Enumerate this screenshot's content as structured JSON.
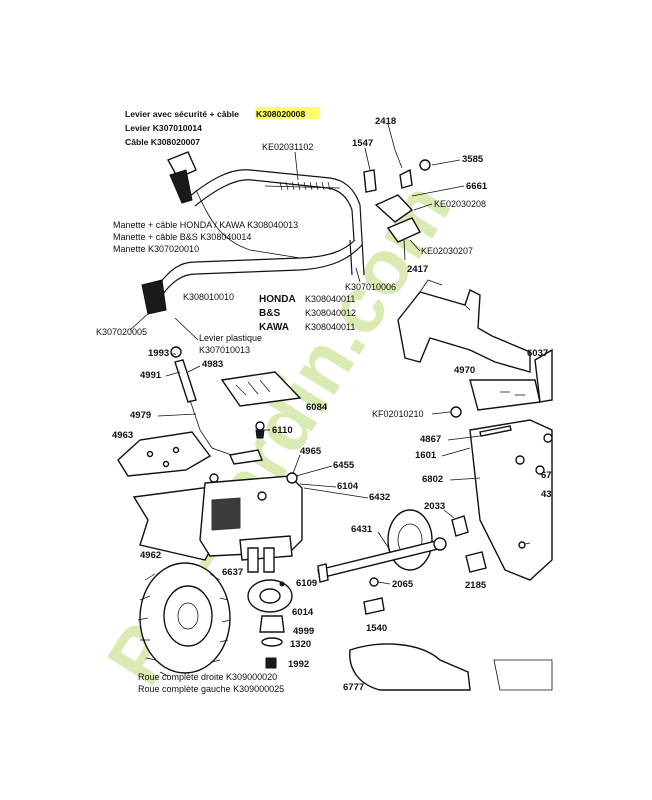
{
  "header": {
    "lever_safety_cable_text": "Levier avec sécurité + câble",
    "lever_safety_cable_ref": "K308020008",
    "lever_ref": "Levier K307010014",
    "cable_ref": "Câble K308020007"
  },
  "throttle": {
    "honda_kawa": "Manette + câble HONDA / KAWA K308040013",
    "bs": "Manette + câble B&S K308040014",
    "manette": "Manette K307020010"
  },
  "engine_table": {
    "rows": [
      {
        "brand": "HONDA",
        "ref": "K308040011"
      },
      {
        "brand": "B&S",
        "ref": "K308040012"
      },
      {
        "brand": "KAWA",
        "ref": "K308040011"
      }
    ]
  },
  "levier_plastique": {
    "line1": "Levier plastique",
    "line2": "K307010013"
  },
  "wheel": {
    "right": "Roue complète droite K309000020",
    "left": "Roue complète gauche K309000025"
  },
  "refs": {
    "ke02031102": "KE02031102",
    "k308010010": "K308010010",
    "k307020005": "K307020005",
    "k307010006": "K307010006",
    "ke02030208": "KE02030208",
    "ke02030207": "KE02030207",
    "kf02010210": "KF02010210"
  },
  "parts": {
    "p2418": "2418",
    "p1547": "1547",
    "p3585": "3585",
    "p6661": "6661",
    "p2417": "2417",
    "p1993": "1993",
    "p4991": "4991",
    "p4983": "4983",
    "p6084": "6084",
    "p4979": "4979",
    "p6110": "6110",
    "p4963": "4963",
    "p4965": "4965",
    "p6455": "6455",
    "p6104": "6104",
    "p6432": "6432",
    "p4970": "4970",
    "p6037": "6037",
    "p4867": "4867",
    "p1601": "1601",
    "p6802": "6802",
    "p2033": "2033",
    "p6431": "6431",
    "p4962": "4962",
    "p6637": "6637",
    "p2065": "2065",
    "p2185": "2185",
    "p6109": "6109",
    "p6014": "6014",
    "p1540": "1540",
    "p4999": "4999",
    "p1320": "1320",
    "p1992": "1992",
    "p6777": "6777",
    "p67": "67",
    "p43": "43"
  },
  "watermark": {
    "text": "Pro-Jardin.com"
  },
  "colors": {
    "highlight": "#ffff66",
    "watermark_green": "#d4e7a6",
    "watermark_orange": "#f6b873"
  }
}
